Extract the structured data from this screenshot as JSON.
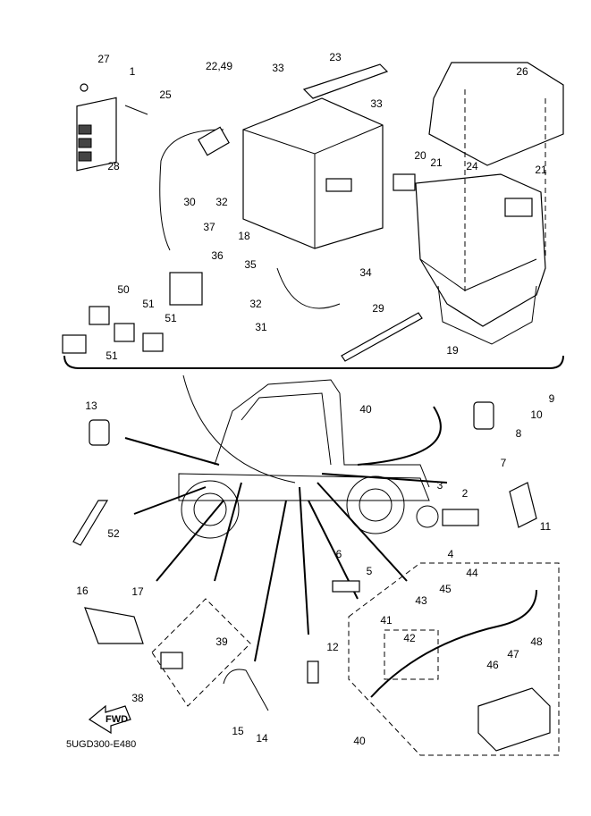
{
  "diagram_code": "5UGD300-E480",
  "fwd_arrow_label": "FWD",
  "callouts": [
    "27",
    "1",
    "25",
    "22,49",
    "33",
    "23",
    "26",
    "33",
    "28",
    "30",
    "32",
    "18",
    "20",
    "21",
    "24",
    "21",
    "37",
    "36",
    "35",
    "50",
    "34",
    "32",
    "29",
    "51",
    "51",
    "31",
    "19",
    "51",
    "13",
    "40",
    "9",
    "10",
    "8",
    "7",
    "3",
    "2",
    "52",
    "4",
    "11",
    "6",
    "5",
    "44",
    "45",
    "16",
    "17",
    "43",
    "41",
    "42",
    "48",
    "39",
    "12",
    "47",
    "46",
    "38",
    "15",
    "14",
    "40"
  ]
}
